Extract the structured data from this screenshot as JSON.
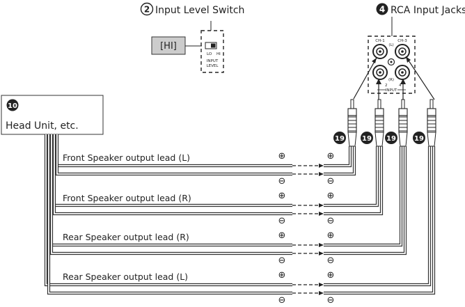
{
  "callouts": {
    "input_level_switch": {
      "number": "2",
      "label": "Input Level Switch"
    },
    "rca_input_jacks": {
      "number": "4",
      "label": "RCA Input Jacks"
    },
    "head_unit": {
      "number": "10",
      "label": "Head Unit, etc."
    },
    "rca_plug": {
      "number": "19"
    }
  },
  "switch_panel": {
    "setting": "[HI]",
    "lo": "LO",
    "hi": "HI",
    "caption_line1": "INPUT",
    "caption_line2": "LEVEL"
  },
  "jack_panel": {
    "ch1": "CH-1",
    "ch3": "CH-3",
    "l": "(L)",
    "r": "(R)",
    "ch2": "2",
    "ch4": "4",
    "input": "INPUT"
  },
  "leads": [
    {
      "label": "Front Speaker output lead (L)",
      "plus": "⊕",
      "minus": "⊖"
    },
    {
      "label": "Front Speaker output lead (R)",
      "plus": "⊕",
      "minus": "⊖"
    },
    {
      "label": "Rear Speaker output lead (R)",
      "plus": "⊕",
      "minus": "⊖"
    },
    {
      "label": "Rear Speaker output lead (L)",
      "plus": "⊕",
      "minus": "⊖"
    }
  ],
  "colors": {
    "line": "#333333",
    "switch_box": "#cccccc",
    "text": "#222222"
  }
}
